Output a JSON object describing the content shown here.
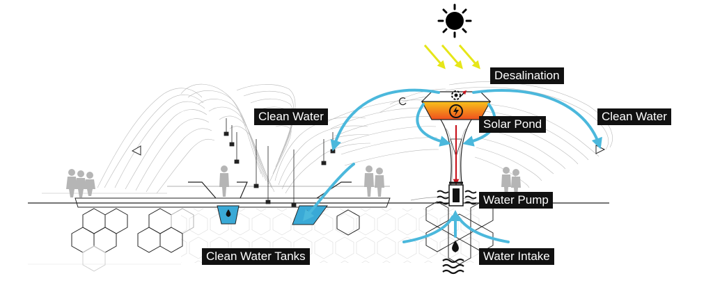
{
  "labels": {
    "desalination": "Desalination",
    "clean_water_left": "Clean Water",
    "clean_water_right": "Clean Water",
    "solar_pond": "Solar Pond",
    "water_pump": "Water Pump",
    "clean_water_tanks": "Clean Water Tanks",
    "water_intake": "Water Intake"
  },
  "colors": {
    "flow_arrow": "#4bb8dc",
    "sun_ray": "#e6e619",
    "pump_arrow": "#c8141e",
    "tank_water": "#3aa9d6",
    "pond_top": "#f7c21a",
    "pond_bottom": "#f0501e",
    "label_bg": "#111111",
    "label_text": "#ffffff",
    "line": "#222222"
  },
  "icons": [
    "sun-icon",
    "gear-icon",
    "lightning-icon",
    "water-drop-icon",
    "waves-icon",
    "pump-icon",
    "person-icon",
    "hanging-lamp-icon"
  ]
}
